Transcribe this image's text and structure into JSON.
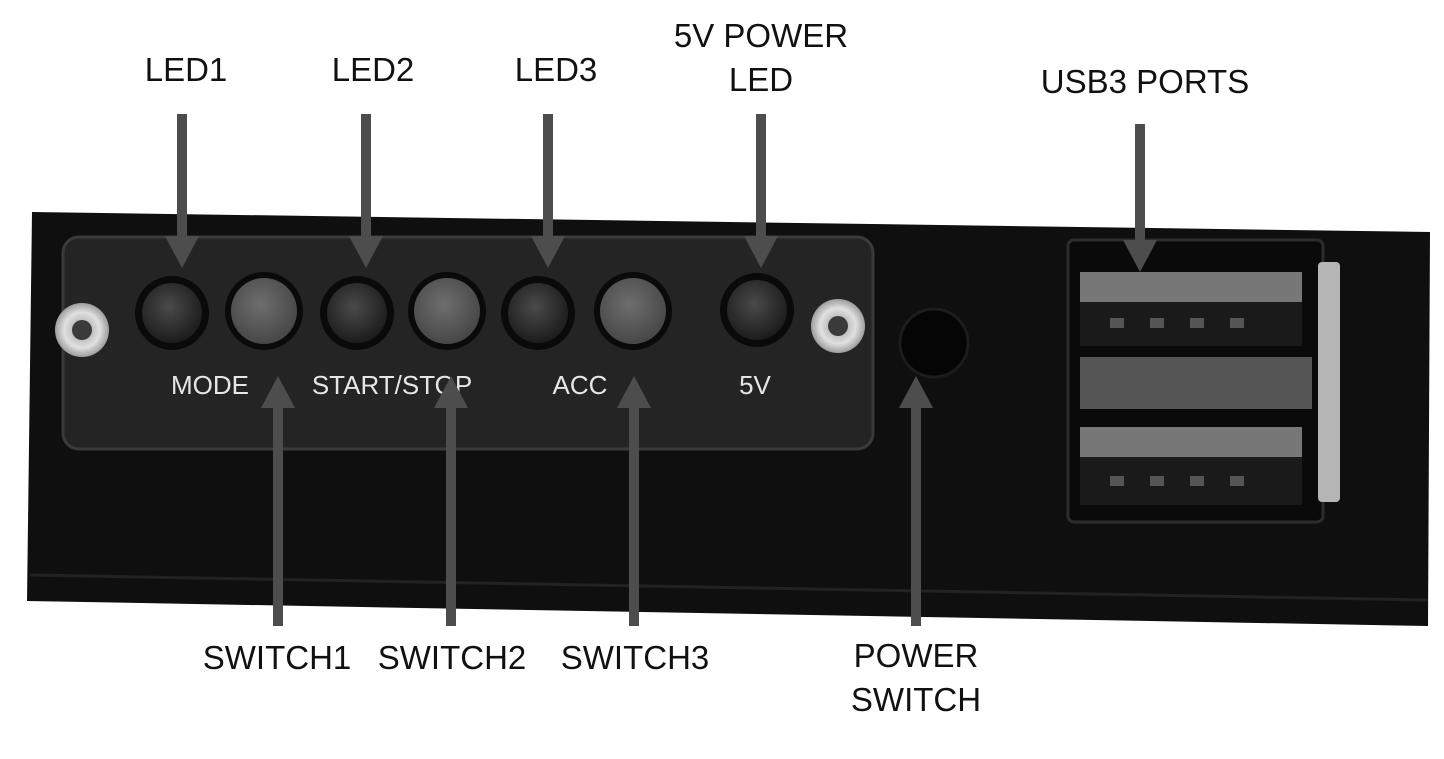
{
  "colors": {
    "panel": "#0f0f0f",
    "bezel": "#242424",
    "arrow": "#4d4d4d",
    "led": "#2b2b2b",
    "button": "#5e5e5e",
    "faceplate_text": "#e6e6e6",
    "usb_tongue": "#777777"
  },
  "callouts": {
    "led1": "LED1",
    "led2": "LED2",
    "led3": "LED3",
    "power_led_line1": "5V POWER",
    "power_led_line2": "LED",
    "usb3_ports": "USB3 PORTS",
    "switch1": "SWITCH1",
    "switch2": "SWITCH2",
    "switch3": "SWITCH3",
    "power_switch_line1": "POWER",
    "power_switch_line2": "SWITCH"
  },
  "faceplate": {
    "mode": "MODE",
    "start_stop": "START/STOP",
    "acc": "ACC",
    "five_v": "5V"
  }
}
